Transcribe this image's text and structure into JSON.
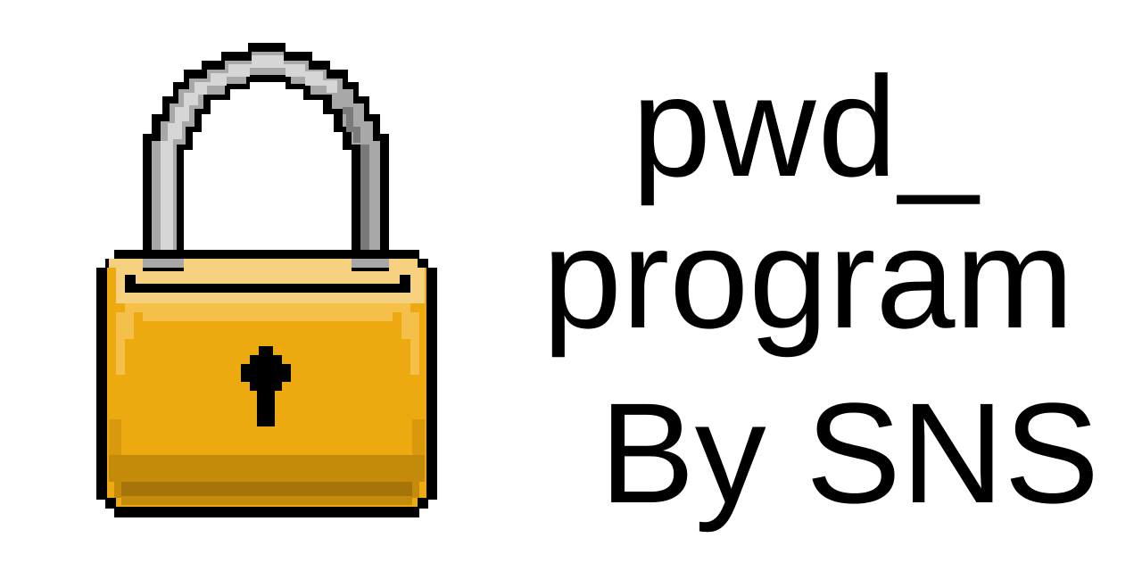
{
  "logo": {
    "icon": "padlock-icon",
    "colors": {
      "gold": "#EDAA10",
      "gold_light": "#F5D07E",
      "gold_dark": "#C48A0A",
      "shackle": "#A8A8A8",
      "shackle_light": "#D6D6D6",
      "outline": "#000000"
    }
  },
  "title": {
    "line1": "pwd_",
    "line2": "program",
    "line3": "By SNS"
  }
}
